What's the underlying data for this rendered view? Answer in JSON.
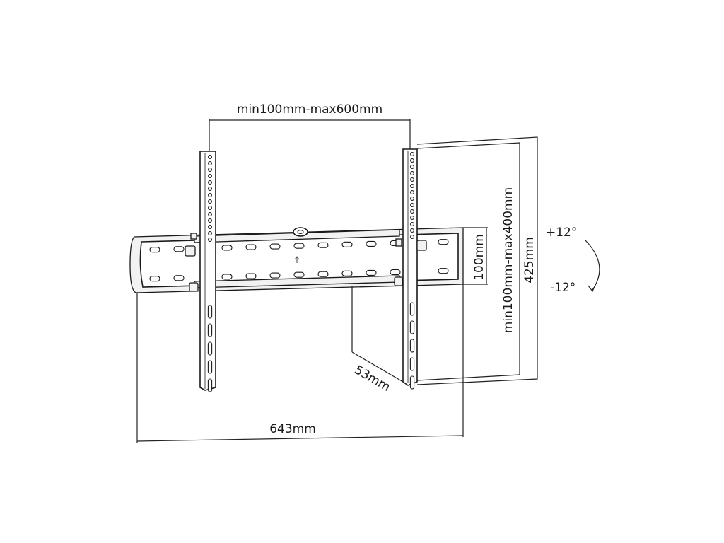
{
  "dimensions": {
    "vesa_width": "min100mm-max600mm",
    "vesa_height": "min100mm-max400mm",
    "rail_height": "100mm",
    "plate_height": "425mm",
    "depth": "53mm",
    "total_width": "643mm"
  },
  "tilt": {
    "up": "+12°",
    "down": "-12°"
  },
  "colors": {
    "line": "#1a1a1a",
    "background": "#ffffff"
  }
}
